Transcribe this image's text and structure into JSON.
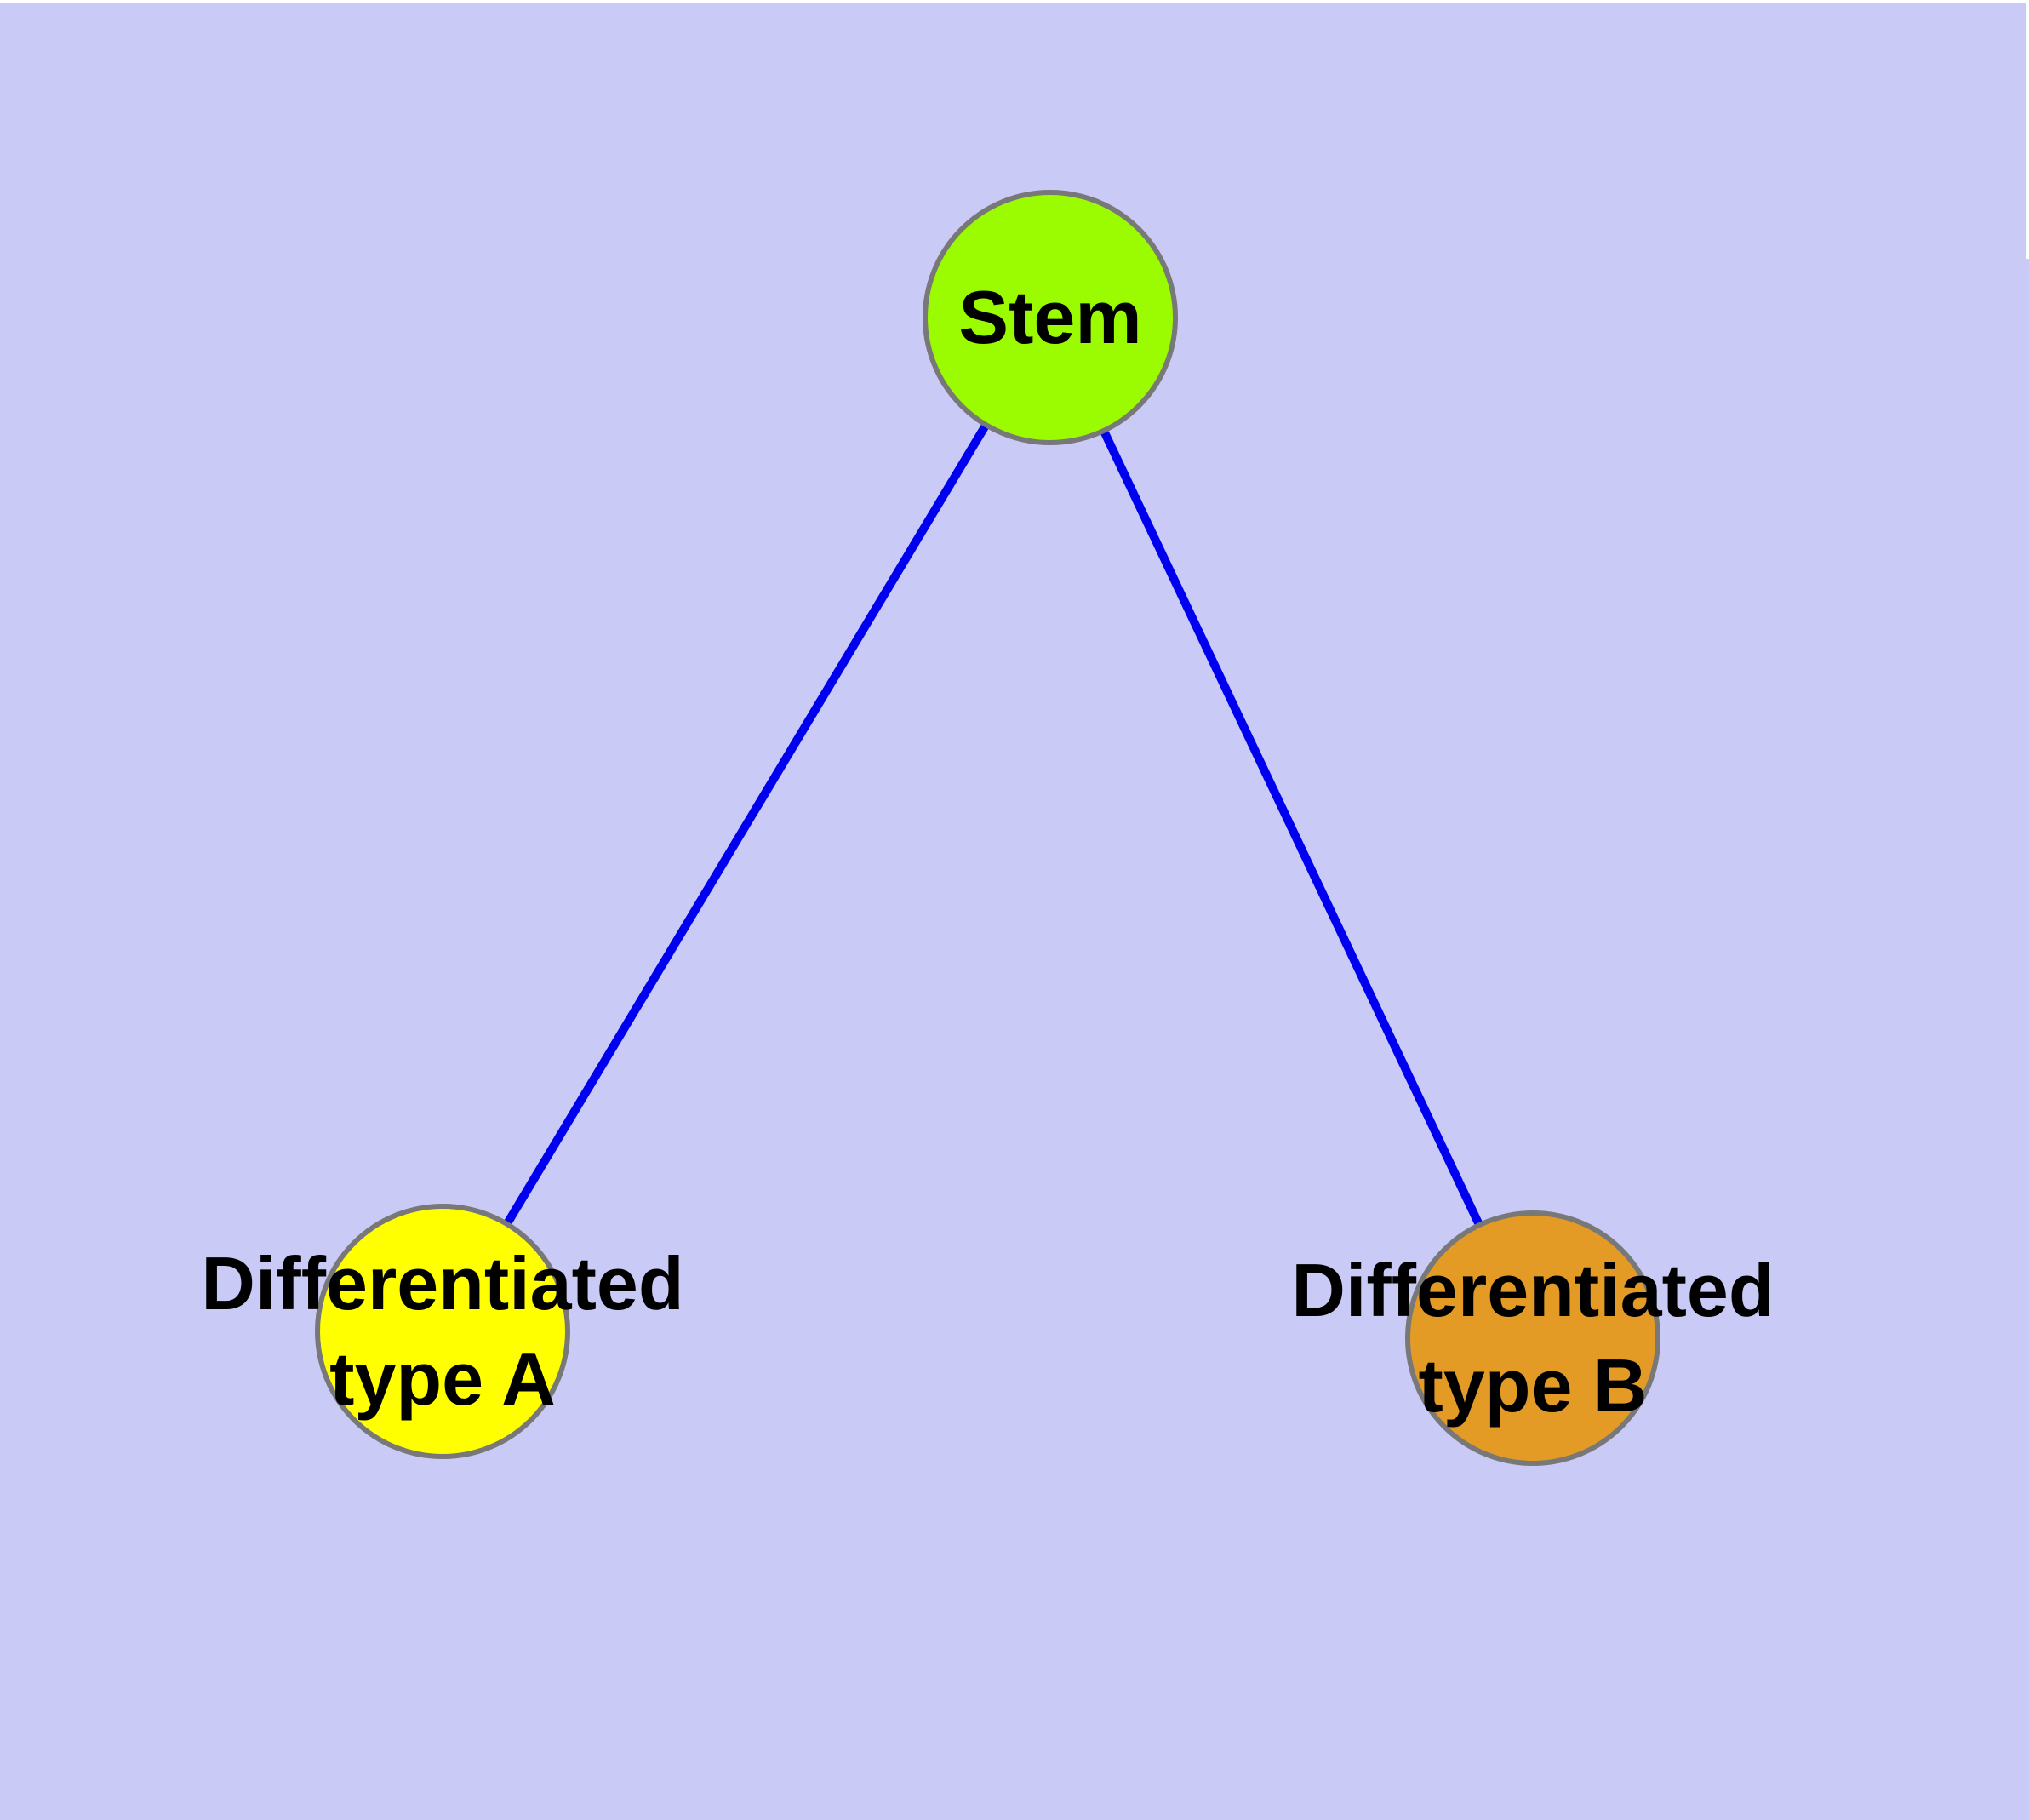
{
  "diagram": {
    "title": "",
    "nodes": {
      "stem": {
        "label": "Stem",
        "fill": "#9bfb00"
      },
      "type_a": {
        "label_line1": "Differentiated",
        "label_line2": "type A",
        "fill": "#ffff00"
      },
      "type_b": {
        "label_line1": "Differentiated",
        "label_line2": "type B",
        "fill": "#e49b25"
      }
    },
    "edges": [
      {
        "from": "Stem",
        "to": "Differentiated type A"
      },
      {
        "from": "Stem",
        "to": "Differentiated type B"
      }
    ]
  },
  "colors": {
    "bg": "#cacaf6",
    "margin": "#ffffff",
    "edge": "#0000f0",
    "border": "#787878",
    "text": "#000000",
    "stem": "#9bfb00",
    "typeA": "#ffff00",
    "typeB": "#e49b25"
  }
}
